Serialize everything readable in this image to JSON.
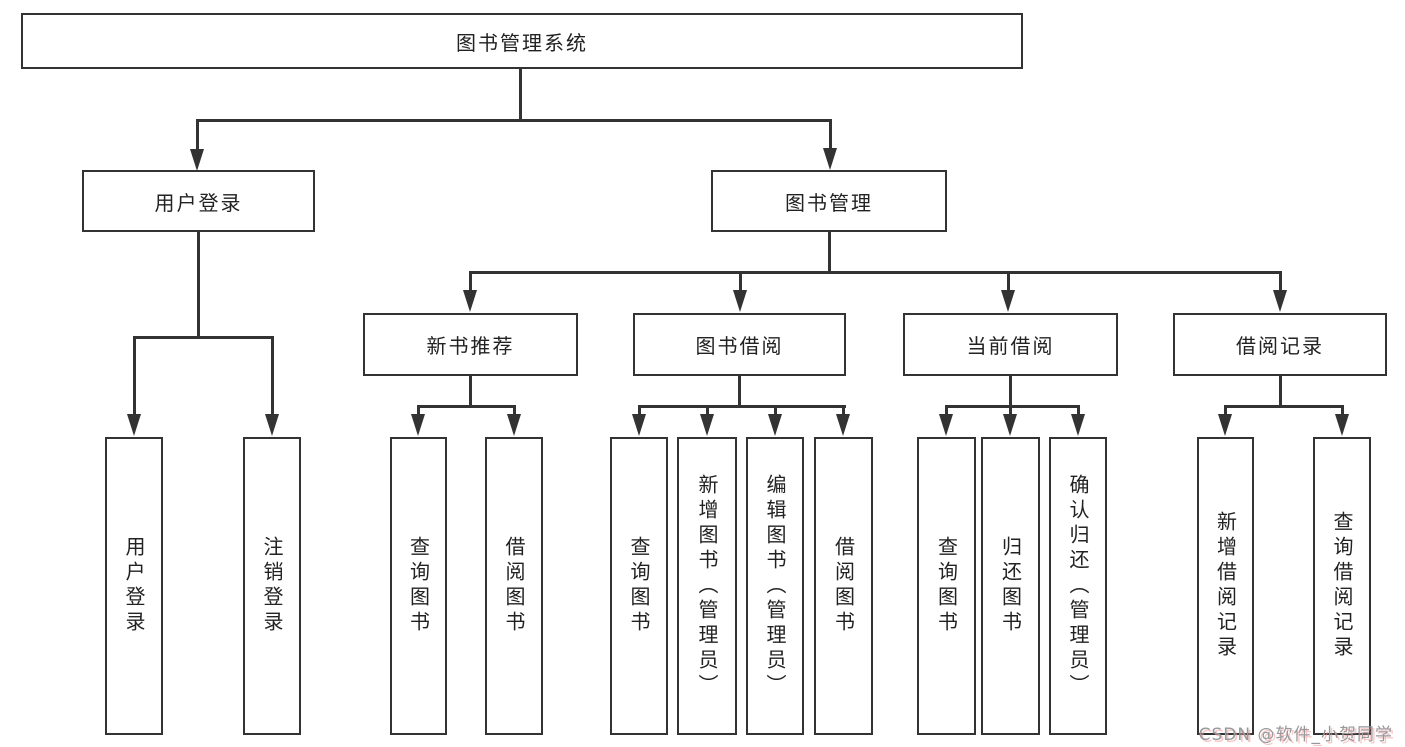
{
  "colors": {
    "line": "#333333",
    "box_border": "#333333",
    "text": "#222222",
    "watermark_text": "#97999c",
    "watermark_shadow": "#f09696"
  },
  "tree": {
    "label": "图书管理系统",
    "children": [
      {
        "label": "用户登录",
        "children": [
          {
            "label": "用户登录"
          },
          {
            "label": "注销登录"
          }
        ]
      },
      {
        "label": "图书管理",
        "children": [
          {
            "label": "新书推荐",
            "children": [
              {
                "label": "查询图书"
              },
              {
                "label": "借阅图书"
              }
            ]
          },
          {
            "label": "图书借阅",
            "children": [
              {
                "label": "查询图书"
              },
              {
                "label": "新增图书（管理员）"
              },
              {
                "label": "编辑图书（管理员）"
              },
              {
                "label": "借阅图书"
              }
            ]
          },
          {
            "label": "当前借阅",
            "children": [
              {
                "label": "查询图书"
              },
              {
                "label": "归还图书"
              },
              {
                "label": "确认归还（管理员）"
              }
            ]
          },
          {
            "label": "借阅记录",
            "children": [
              {
                "label": "新增借阅记录"
              },
              {
                "label": "查询借阅记录"
              }
            ]
          }
        ]
      }
    ]
  },
  "watermark": {
    "text": "CSDN @软件_小贺同学"
  }
}
